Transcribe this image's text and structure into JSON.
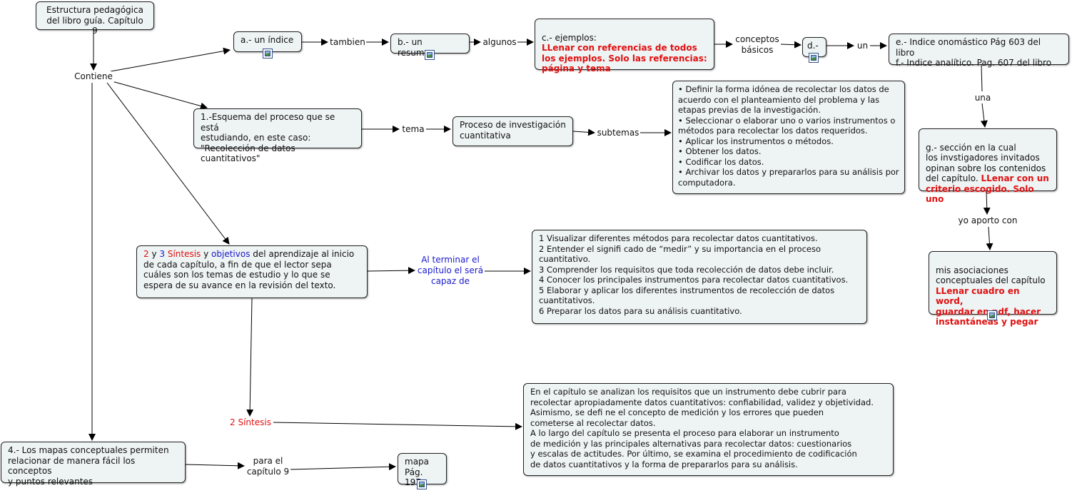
{
  "nodes": {
    "root": "Estructura pedagógica\ndel libro guía. Capítulo 9",
    "indice": "a.- un índice",
    "resumen": "b.- un resumen",
    "ejemplos_title": "c.- ejemplos:",
    "ejemplos_red": "LLenar con referencias de todos\nlos ejemplos. Solo las referencias:\npágina y tema",
    "d": "d.-",
    "indices": "e.- Indice onomástico Pág 603 del libro\nf.- Indice analítico. Pag. 607 del libro",
    "seccion_text": "g.- sección en la cual\nlos invstigadores invitados\nopinan sobre los contenidos\ndel capítulo. ",
    "seccion_red": "LLenar con un\ncriterio escogido. Solo uno",
    "asociaciones_text": "mis asociaciones\nconceptuales del capítulo\n",
    "asociaciones_red": "LLenar cuadro en word,\nguardar en pdf, hacer\ninstantáneas y pegar",
    "esquema": "1.-Esquema del proceso que se está\nestudiando, en este caso:\n\"Recolección de datos cuantitativos\"",
    "proceso": "Proceso de investigación\ncuantitativa",
    "subtemas_list": [
      "• Definir la forma idónea de recolectar los datos de acuerdo con el planteamiento del problema y las etapas previas de la investigación.",
      "• Seleccionar o elaborar uno o varios instrumentos o métodos para recolectar los datos requeridos.",
      "• Aplicar los instrumentos o métodos.",
      "• Obtener los datos.",
      "• Codificar los datos.",
      "• Archivar los datos y prepararlos para su análisis por computadora."
    ],
    "sintesis_2": "2",
    "sintesis_y": " y ",
    "sintesis_3": "3",
    "sintesis_word": "  Síntesis",
    "sintesis_y2": " y ",
    "sintesis_obj": "objetivos",
    "sintesis_rest": " del aprendizaje al inicio de cada capítulo, a fin de que el lector sepa cuáles son los temas de estudio y lo que se espera de su avance en la revisión del texto.",
    "objetivos": "1 Visualizar diferentes métodos para recolectar datos cuantitativos.\n2 Entender el signifi cado de “medir” y su importancia en el proceso\ncuantitativo.\n3 Comprender los requisitos que toda recolección de datos debe incluir.\n4 Conocer los principales instrumentos para recolectar datos cuantitativos.\n5 Elaborar y aplicar los diferentes instrumentos de recolección de datos\ncuantitativos.\n6 Preparar los datos para su análisis cuantitativo.",
    "resumen_cap": "En el capítulo se analizan los requisitos que un instrumento debe cubrir para\nrecolectar apropiadamente datos cuantitativos: confiabilidad, validez y objetividad.\nAsimismo, se defi ne el concepto de medición y los errores que pueden\ncometerse al recolectar datos.\nA lo largo del capítulo se presenta el proceso para elaborar un instrumento\nde medición y las principales alternativas para recolectar datos: cuestionarios\ny escalas de actitudes. Por último, se examina el procedimiento de codificación\nde datos cuantitativos y la forma de prepararlos para su análisis.",
    "mapas": "4.- Los mapas conceptuales permiten\nrelacionar de manera fácil los conceptos\ny puntos relevantes",
    "mapa": "mapa\nPág. 197"
  },
  "labels": {
    "contiene": "Contiene",
    "tambien": "tambien",
    "algunos": "algunos",
    "conceptos": "conceptos\nbásicos",
    "un": "un",
    "una": "una",
    "yo_aporto": "yo aporto con",
    "tema": "tema",
    "subtemas": "subtemas",
    "al_terminar": "Al terminar el\ncapítulo el será\ncapaz de",
    "sintesis2": "2 Síntesis",
    "para_el": "para el\ncapítulo 9"
  },
  "colors": {
    "node_bg": "#eef3f4",
    "highlight_red": "#e01010",
    "highlight_blue": "#1a1acc"
  },
  "icons": [
    "image-icon"
  ]
}
